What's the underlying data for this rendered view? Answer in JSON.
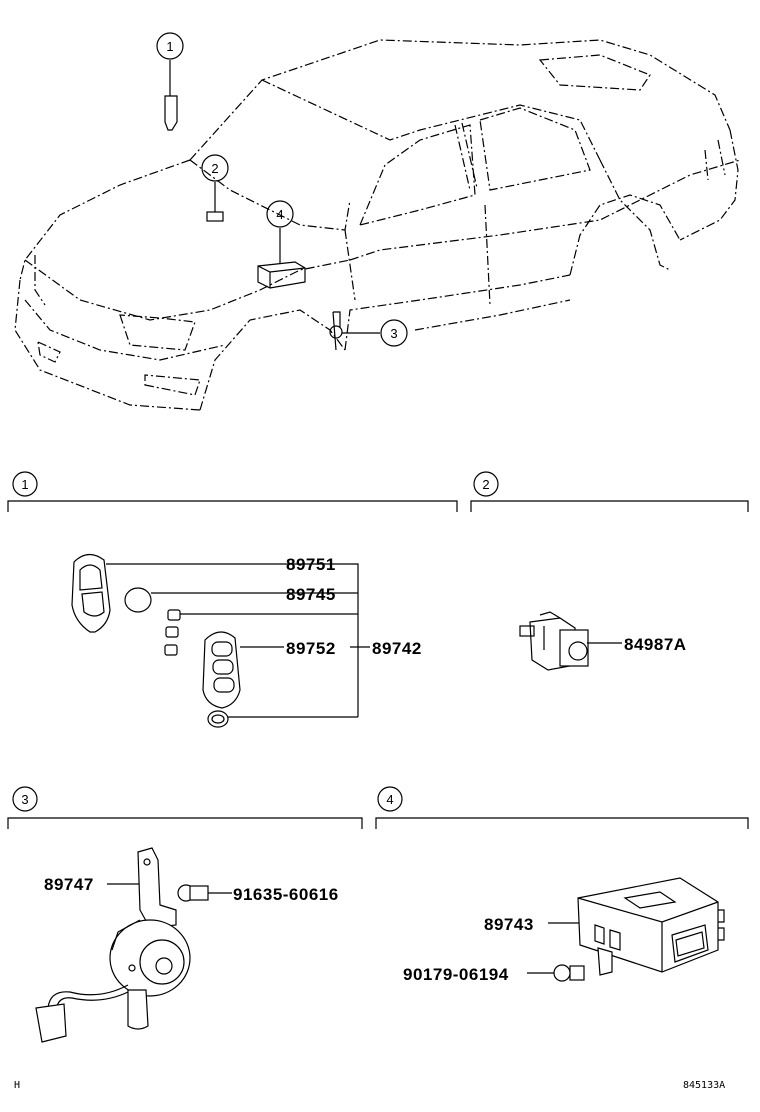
{
  "callouts": {
    "c1": "1",
    "c2": "2",
    "c3": "3",
    "c4": "4"
  },
  "sections": [
    {
      "number": "1"
    },
    {
      "number": "2"
    },
    {
      "number": "3"
    },
    {
      "number": "4"
    }
  ],
  "parts": {
    "p89751": "89751",
    "p89745": "89745",
    "p89752": "89752",
    "p89742": "89742",
    "p84987A": "84987A",
    "p89747": "89747",
    "p91635": "91635-60616",
    "p89743": "89743",
    "p90179": "90179-06194"
  },
  "footer": {
    "left_code": "H",
    "drawing_number": "845133A"
  }
}
